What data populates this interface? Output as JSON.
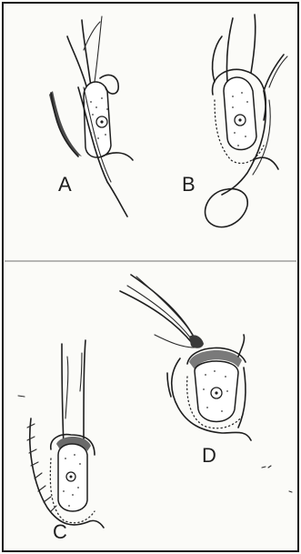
{
  "figure": {
    "panels": [
      {
        "label": "A"
      },
      {
        "label": "B"
      },
      {
        "label": "C"
      },
      {
        "label": "D"
      }
    ]
  }
}
